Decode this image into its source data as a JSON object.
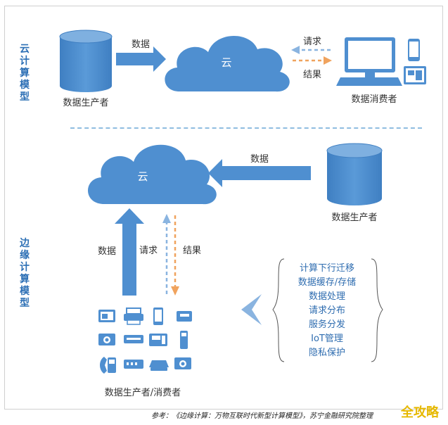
{
  "cloud_model": {
    "title": "云计算模型",
    "producer_label": "数据生产者",
    "cloud_label": "云",
    "data_arrow_label": "数据",
    "request_label": "请求",
    "result_label": "结果",
    "consumer_label": "数据消费者"
  },
  "edge_model": {
    "title": "边缘计算模型",
    "cloud_label": "云",
    "data_arrow_label": "数据",
    "producer_label": "数据生产者",
    "up_data_label": "数据",
    "request_label": "请求",
    "result_label": "结果",
    "devices_label": "数据生产者/消费者",
    "capabilities": [
      "计算下行迁移",
      "数据缓存/存储",
      "数据处理",
      "请求分布",
      "服务分发",
      "IoT管理",
      "隐私保护"
    ]
  },
  "caption": "参考：《边缘计算：万物互联时代新型计算模型》，苏宁金融研究院整理",
  "watermark": "全攻略",
  "colors": {
    "primary_blue": "#4f8fd0",
    "request_arrow": "#8ab4e0",
    "result_arrow": "#f0a35e",
    "title_blue": "#2c6fb5"
  }
}
